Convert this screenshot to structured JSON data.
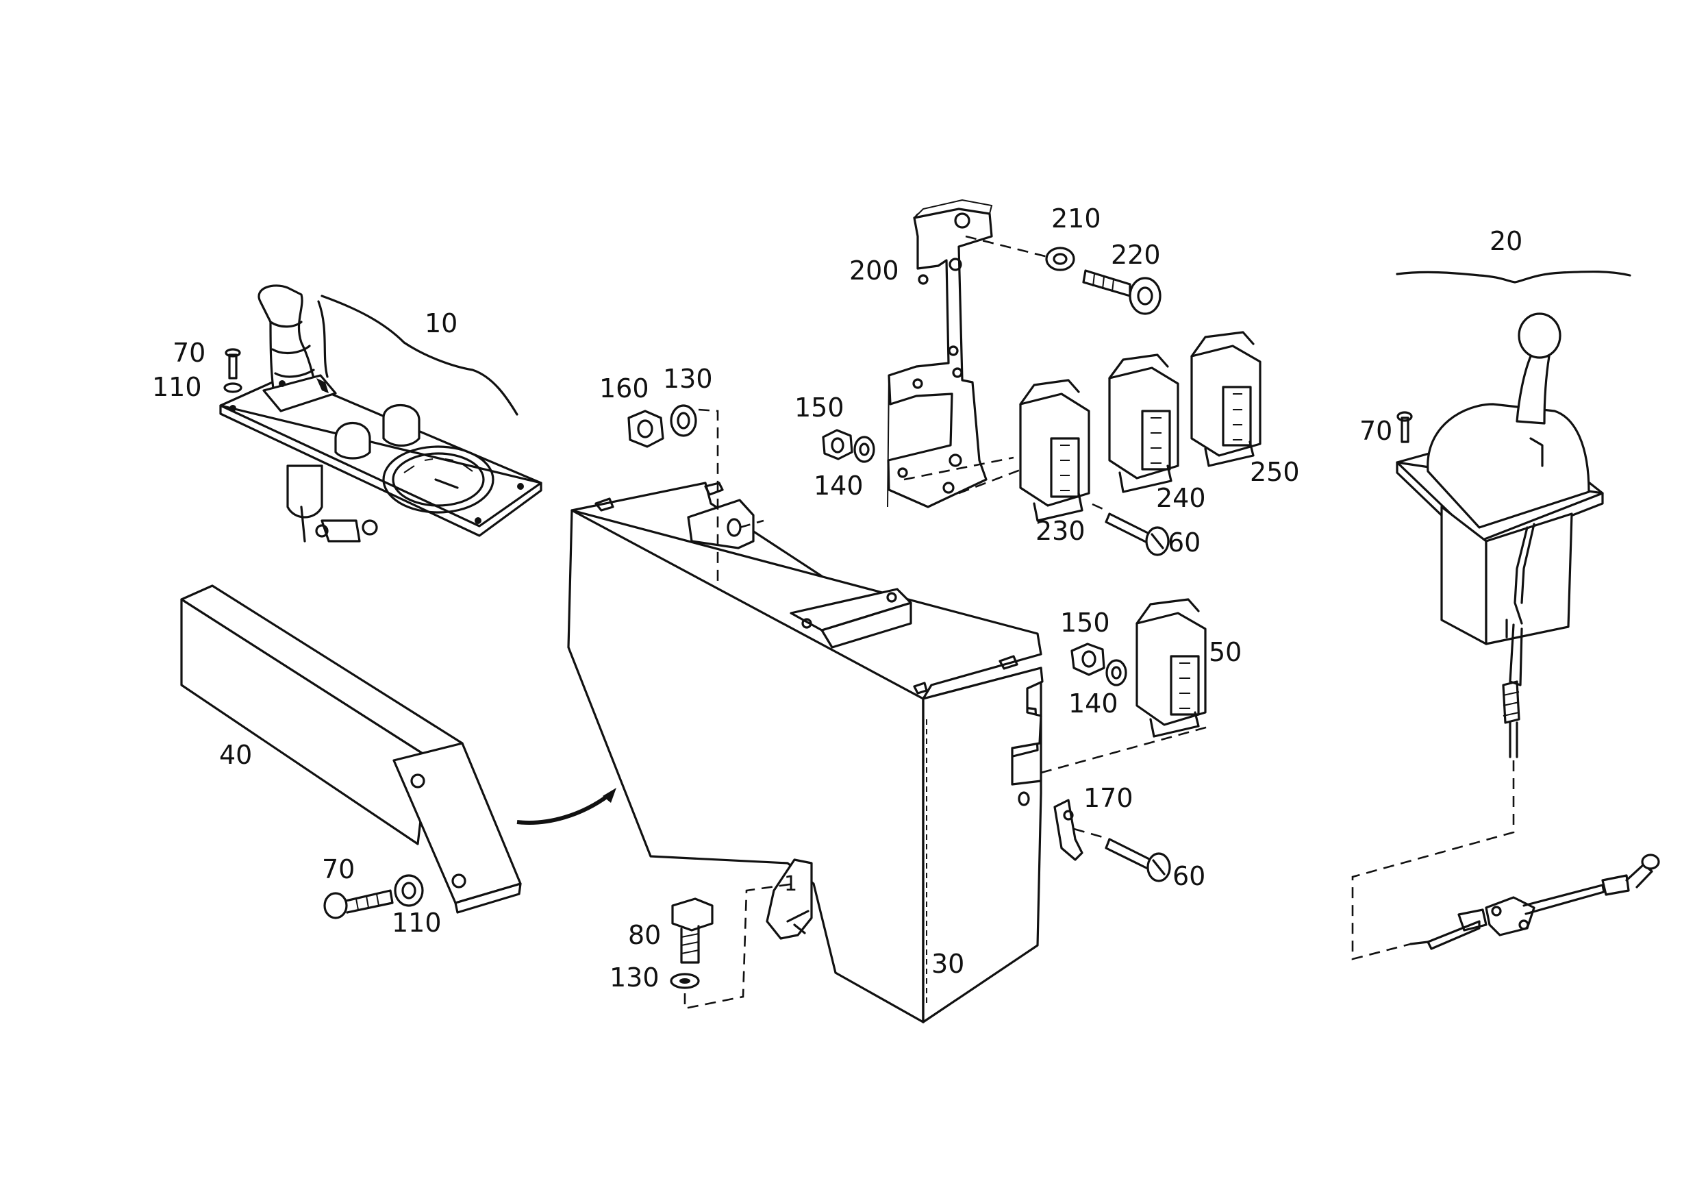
{
  "colors": {
    "ink": "#111111",
    "paper": "#ffffff"
  },
  "labels": {
    "p10": "10",
    "p20": "20",
    "p30": "30",
    "p40": "40",
    "p50": "50",
    "p60a": "60",
    "p60b": "60",
    "p70a": "70",
    "p70b": "70",
    "p70c": "70",
    "p80": "80",
    "p110a": "110",
    "p110b": "110",
    "p130a": "130",
    "p130b": "130",
    "p140a": "140",
    "p140b": "140",
    "p150a": "150",
    "p150b": "150",
    "p160": "160",
    "p170": "170",
    "p200": "200",
    "p210": "210",
    "p220": "220",
    "p230": "230",
    "p240": "240",
    "p250": "250",
    "p1": "1"
  }
}
